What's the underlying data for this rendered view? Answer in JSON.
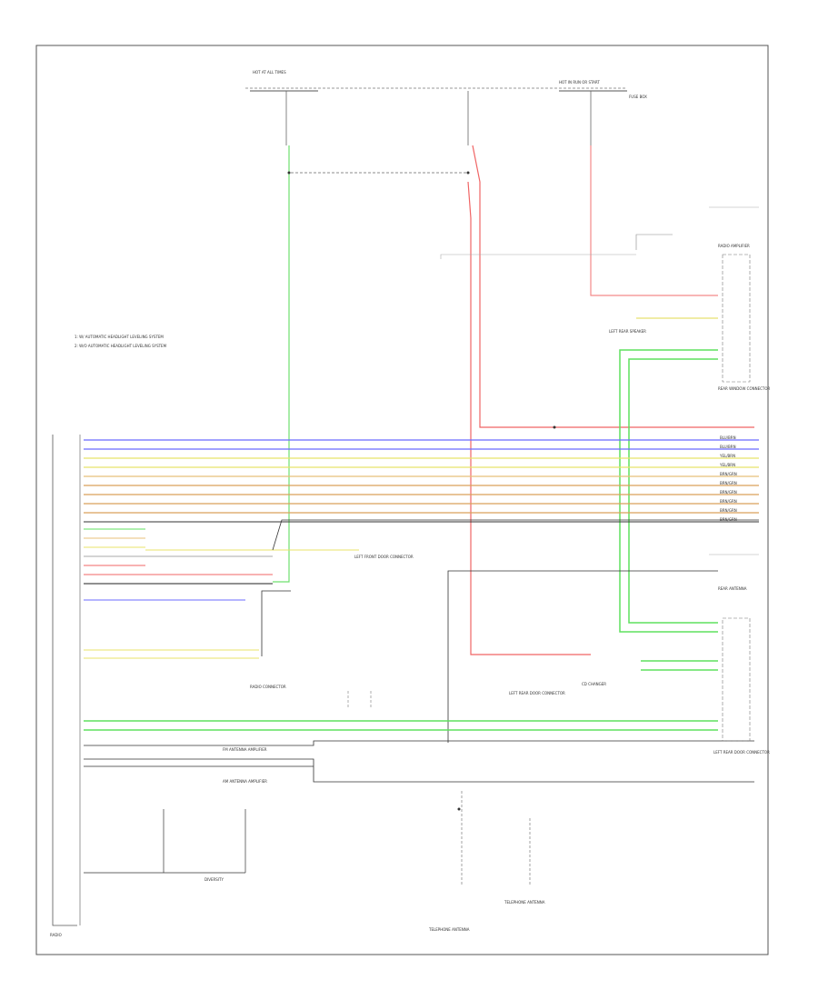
{
  "colors": {
    "blue": "#6b6bff",
    "yellow": "#e7e35a",
    "orange": "#d9a15a",
    "green": "#55e055",
    "red": "#f05a5a",
    "pink": "#f07f7f",
    "black": "#222222",
    "gray": "#9a9a9a"
  },
  "labels": {
    "top_bus_left": "HOT AT ALL TIMES",
    "top_bus_right": "HOT IN RUN OR START",
    "fuse_box_note": "FUSE BOX",
    "legend_1": "1: W/ AUTOMATIC HEADLIGHT LEVELING SYSTEM",
    "legend_2": "2: W/O AUTOMATIC HEADLIGHT LEVELING SYSTEM",
    "radio_amplifier": "RADIO AMPLIFIER",
    "rear_antenna": "REAR ANTENNA",
    "rear_window_connector": "REAR WINDOW CONNECTOR",
    "rear_door_connector": "LEFT REAR DOOR CONNECTOR",
    "left_rear_speaker": "LEFT REAR SPEAKER",
    "left_rear_door_connector": "LEFT REAR DOOR CONNECTOR",
    "left_front_door_connector": "LEFT FRONT DOOR CONNECTOR",
    "radio_connector": "RADIO CONNECTOR",
    "fm_antenna_left": "FM ANTENNA AMPLIFIER",
    "am_antenna": "AM ANTENNA AMPLIFIER",
    "diversity": "DIVERSITY",
    "cd_changer": "CD CHANGER",
    "telephone_1": "TELEPHONE ANTENNA",
    "telephone_2": "TELEPHONE ANTENNA",
    "radio_bottom": "RADIO"
  },
  "wire_labels": [
    "BLU/BRN",
    "BLU/BRN",
    "YEL/BRN",
    "YEL/BRN",
    "BRN/GRN",
    "BRN/GRN",
    "BRN/GRN",
    "BRN/GRN",
    "BRN/GRN",
    "BRN/GRN"
  ]
}
